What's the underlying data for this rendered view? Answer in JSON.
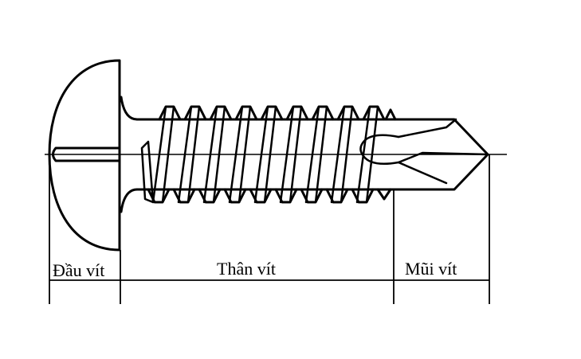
{
  "labels": {
    "head": "Đầu vít",
    "body": "Thân vít",
    "tip": "Mũi vít"
  },
  "colors": {
    "stroke": "#000000",
    "background": "#ffffff"
  }
}
